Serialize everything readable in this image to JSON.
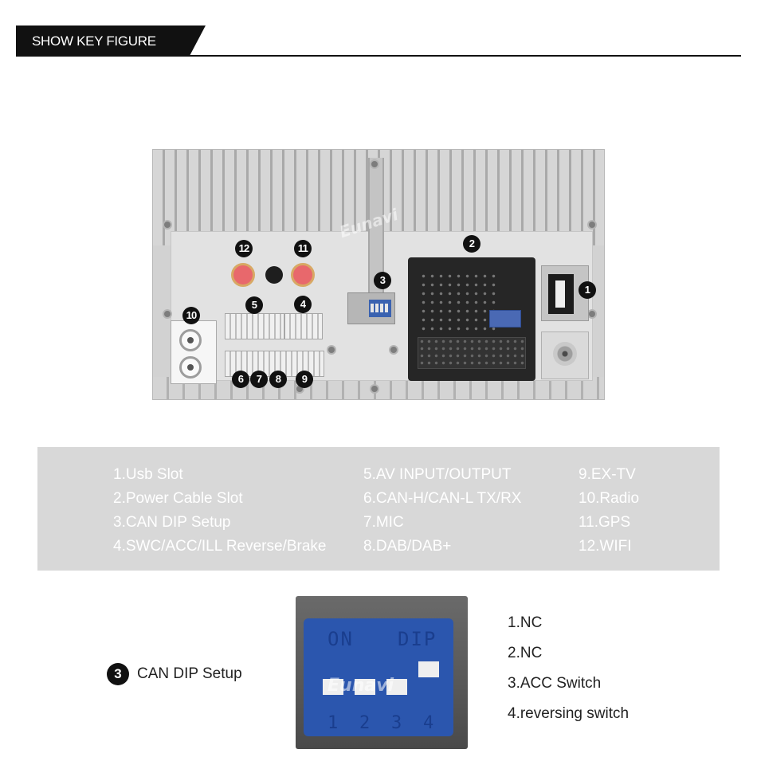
{
  "header": {
    "title": "SHOW KEY FIGURE",
    "fine_print": ""
  },
  "panel": {
    "watermark": "Eunavi",
    "callouts": [
      "1",
      "2",
      "3",
      "4",
      "5",
      "6",
      "7",
      "8",
      "9",
      "10",
      "11",
      "12"
    ]
  },
  "legend": {
    "columns": [
      [
        "1.Usb Slot",
        "2.Power Cable Slot",
        "3.CAN DIP Setup",
        "4.SWC/ACC/ILL Reverse/Brake"
      ],
      [
        "5.AV INPUT/OUTPUT",
        "6.CAN-H/CAN-L TX/RX",
        "7.MIC",
        "8.DAB/DAB+"
      ],
      [
        "9.EX-TV",
        "10.Radio",
        "11.GPS",
        "12.WIFI"
      ]
    ]
  },
  "dip": {
    "badge": "3",
    "label": "CAN DIP Setup",
    "photo_on": "ON",
    "photo_dip": "DIP",
    "photo_numbers": [
      "1",
      "2",
      "3",
      "4"
    ],
    "watermark": "Eunavi",
    "items": [
      "1.NC",
      "2.NC",
      "3.ACC Switch",
      "4.reversing switch"
    ]
  },
  "colors": {
    "header_bg": "#111111",
    "legend_bg": "#d8d8d8",
    "dip_blue": "#2b56ae",
    "antenna_red": "#e8686c"
  }
}
